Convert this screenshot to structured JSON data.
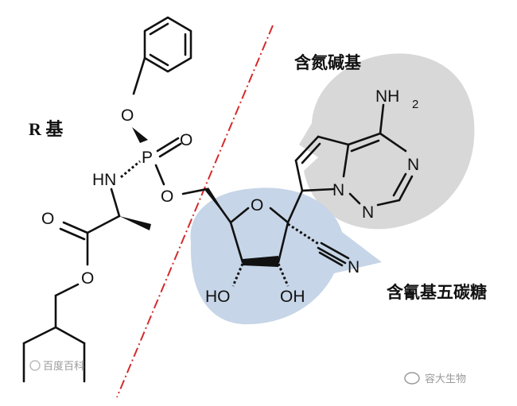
{
  "labels": {
    "r_group": "R 基",
    "nitrogenous_base": "含氮碱基",
    "cyano_pentose": "含氰基五碳糖"
  },
  "atoms": {
    "o_phenoxy": "O",
    "p": "P",
    "o_double": "O",
    "o_ester": "O",
    "hn": "HN",
    "o_carbonyl": "O",
    "o_alkoxy": "O",
    "o_ring": "O",
    "n_nitrile": "N",
    "nh2": "NH",
    "nh2_sub": "2",
    "n_triazine_1": "N",
    "n_triazine_2": "N",
    "n_fused": "N",
    "ho_left": "HO",
    "oh_right": "OH"
  },
  "watermark": {
    "left": "百度百科",
    "right": "容大生物"
  },
  "colors": {
    "base_bubble": "#d9d8d8",
    "sugar_bubble": "#c6d5e7",
    "divider": "#d42b2b"
  },
  "icons": {
    "watermark_left": "baidu-paw-icon",
    "watermark_right": "wechat-icon"
  }
}
